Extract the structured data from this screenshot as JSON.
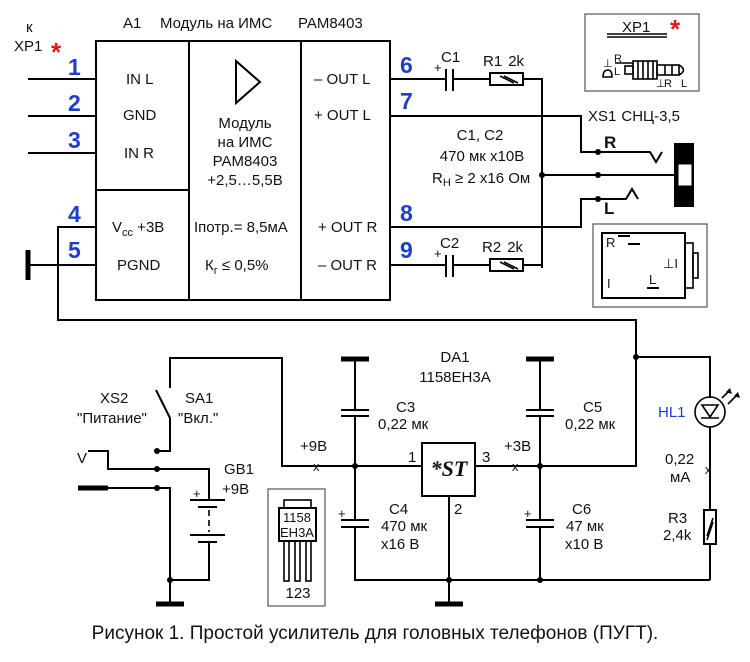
{
  "module": {
    "designator": "A1",
    "title": "Модуль на ИМС",
    "ic": "PAM8403",
    "connector_ref_prefix": "к",
    "connector_ref": "XP1",
    "asterisk": "*",
    "inputs": [
      {
        "pin": "1",
        "label": "IN L"
      },
      {
        "pin": "2",
        "label": "GND"
      },
      {
        "pin": "3",
        "label": "IN R"
      },
      {
        "pin": "4",
        "label": "V",
        "sub": "cc",
        "suffix": " +3В"
      },
      {
        "pin": "5",
        "label": "PGND"
      }
    ],
    "outputs": [
      {
        "pin": "6",
        "label": "– OUT  L"
      },
      {
        "pin": "7",
        "label": "+ OUT  L"
      },
      {
        "pin": "8",
        "label": "+ OUT  R"
      },
      {
        "pin": "9",
        "label": "– OUT  R"
      }
    ],
    "center_lines": [
      "Модуль",
      "на ИМС",
      "PAM8403",
      "+2,5…5,5В"
    ],
    "current": {
      "symbol": "I",
      "sub": "потр.",
      "value": "= 8,5мА"
    },
    "distortion": {
      "symbol": "К",
      "sub": "г",
      "value": " ≤ 0,5%"
    }
  },
  "output_network": {
    "c1": {
      "ref": "C1",
      "plus": "+"
    },
    "r1": {
      "ref": "R1",
      "value": "2k"
    },
    "c2": {
      "ref": "C2",
      "plus": "+"
    },
    "r2": {
      "ref": "R2",
      "value": "2k"
    },
    "note_lines": [
      "C1,  C2",
      "470 мк х10В"
    ],
    "load": {
      "symbol": "R",
      "sub": "Н",
      "value": " ≥ 2 х16 Ом"
    }
  },
  "jack": {
    "ref": "XS1",
    "type": "СНЦ-3,5",
    "r_label": "R",
    "l_label": "L"
  },
  "xp1_inset": {
    "title": "XP1",
    "asterisk": "*",
    "labels": [
      "⊥",
      "R",
      "L"
    ],
    "tip_labels": [
      "⊥",
      "R",
      "L"
    ]
  },
  "socket_inset": {
    "labels": [
      "R",
      "⊥I",
      "I",
      "L"
    ]
  },
  "power": {
    "xs2": {
      "ref": "XS2",
      "name": "\"Питание\""
    },
    "sa1": {
      "ref": "SA1",
      "name": "\"Вкл.\""
    },
    "gb1": {
      "ref": "GB1",
      "value": "+9В",
      "plus": "+"
    },
    "v_mark": "V",
    "rail_in": "+9В",
    "rail_out": "+3В"
  },
  "regulator": {
    "ref": "DA1",
    "part": "1158ЕН3А",
    "symbol": "*ST",
    "pins": [
      "1",
      "2",
      "3"
    ],
    "package_lines": [
      "1158",
      "ЕН3А"
    ],
    "package_pins": "123"
  },
  "capacitors": {
    "c3": {
      "ref": "C3",
      "value": "0,22 мк"
    },
    "c4": {
      "ref": "C4",
      "value": "470 мк",
      "voltage": "х16 В",
      "plus": "+"
    },
    "c5": {
      "ref": "C5",
      "value": "0,22 мк"
    },
    "c6": {
      "ref": "C6",
      "value": "47 мк",
      "voltage": "х10 В",
      "plus": "+"
    }
  },
  "indicator": {
    "led": "HL1",
    "current_value": "0,22",
    "current_unit": "мА",
    "r3": {
      "ref": "R3",
      "value": "2,4k"
    }
  },
  "caption": "Рисунок 1. Простой усилитель для головных телефонов (ПУГТ)."
}
